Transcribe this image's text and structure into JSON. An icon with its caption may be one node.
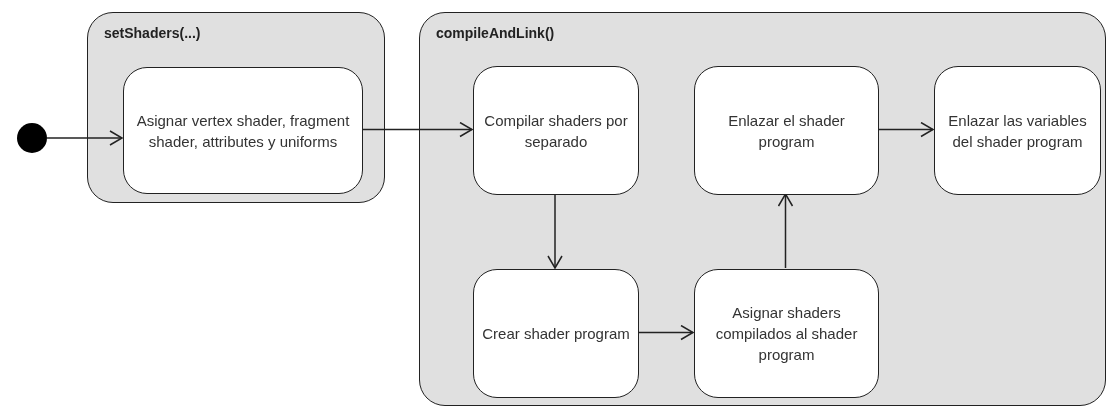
{
  "diagram": {
    "nodes": [
      {
        "text": [],
        "shape": "circle"
      },
      {
        "text": [
          "setShaders(...)"
        ]
      },
      {
        "text": [
          "Asignar vertex shader, fragment shader, attributes y uniforms"
        ],
        "in": 1
      },
      {
        "text": [
          "compileAndLink()"
        ]
      },
      {
        "text": [
          "Compilar shaders por separado"
        ],
        "in": 3
      },
      {
        "text": [
          "Enlazar el shader program"
        ],
        "in": 3
      },
      {
        "text": [
          "Enlazar las variables del shader program"
        ],
        "in": 3
      },
      {
        "text": [
          "Crear shader program"
        ],
        "in": 3
      },
      {
        "text": [
          "Asignar shaders compilados al shader program"
        ],
        "in": 3
      }
    ],
    "edges": [
      {
        "from": 0,
        "to": 2,
        "arrow": "to"
      },
      {
        "from": 2,
        "to": 4,
        "arrow": "to"
      },
      {
        "from": 4,
        "to": 7,
        "arrow": "to"
      },
      {
        "from": 7,
        "to": 8,
        "arrow": "to"
      },
      {
        "from": 8,
        "to": 5,
        "arrow": "to"
      },
      {
        "from": 5,
        "to": 6,
        "arrow": "to"
      }
    ]
  }
}
